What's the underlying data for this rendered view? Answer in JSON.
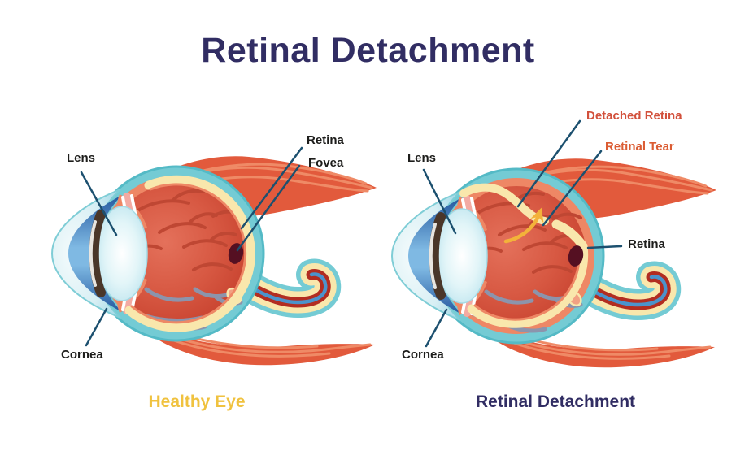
{
  "title": "Retinal Detachment",
  "left_panel": {
    "caption": "Healthy Eye",
    "labels": {
      "lens": "Lens",
      "retina": "Retina",
      "fovea": "Fovea",
      "cornea": "Cornea"
    }
  },
  "right_panel": {
    "caption": "Retinal Detachment",
    "labels": {
      "lens": "Lens",
      "detached_retina": "Detached Retina",
      "retinal_tear": "Retinal Tear",
      "retina": "Retina",
      "cornea": "Cornea"
    }
  },
  "colors": {
    "title_navy": "#312d63",
    "label_dark": "#1d1d1b",
    "detached_label_red": "#d2503b",
    "tear_label_orange": "#db5c33",
    "caption_yellow": "#f0c23f",
    "leader_line_blue": "#1c506f",
    "arrow_yellow": "#f3b23a",
    "sclera_teal": "#74cbd4",
    "retina_cream": "#f9e7ac",
    "choroid_salmon": "#ee8765",
    "vitreous_red": "#d75842",
    "iris_blue": "#2a63ac",
    "fovea_maroon": "#551022"
  }
}
